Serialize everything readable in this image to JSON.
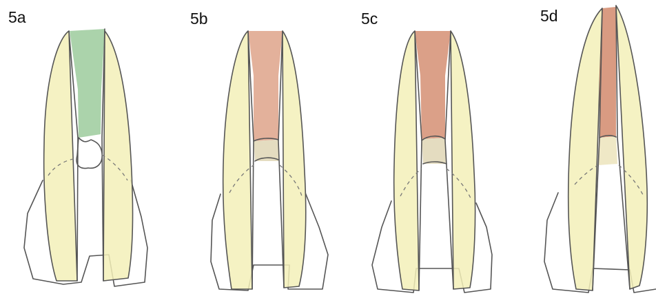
{
  "figure": {
    "panels": [
      {
        "label": "5a",
        "canal_fill": "green",
        "canal_color": "#8fc48f",
        "has_plug": false,
        "has_defect": true
      },
      {
        "label": "5b",
        "canal_fill": "orange-brown",
        "canal_color": "#d9977a",
        "has_plug": true,
        "has_defect": false
      },
      {
        "label": "5c",
        "canal_fill": "orange-brown",
        "canal_color": "#cf8060",
        "has_plug": true,
        "has_defect": false
      },
      {
        "label": "5d",
        "canal_fill": "orange-brown",
        "canal_color": "#cc7a58",
        "has_plug": true,
        "has_defect": false
      }
    ],
    "colors": {
      "dentin": "#f3f0b8",
      "outline": "#555555",
      "plug": "#e4dcc0"
    }
  }
}
